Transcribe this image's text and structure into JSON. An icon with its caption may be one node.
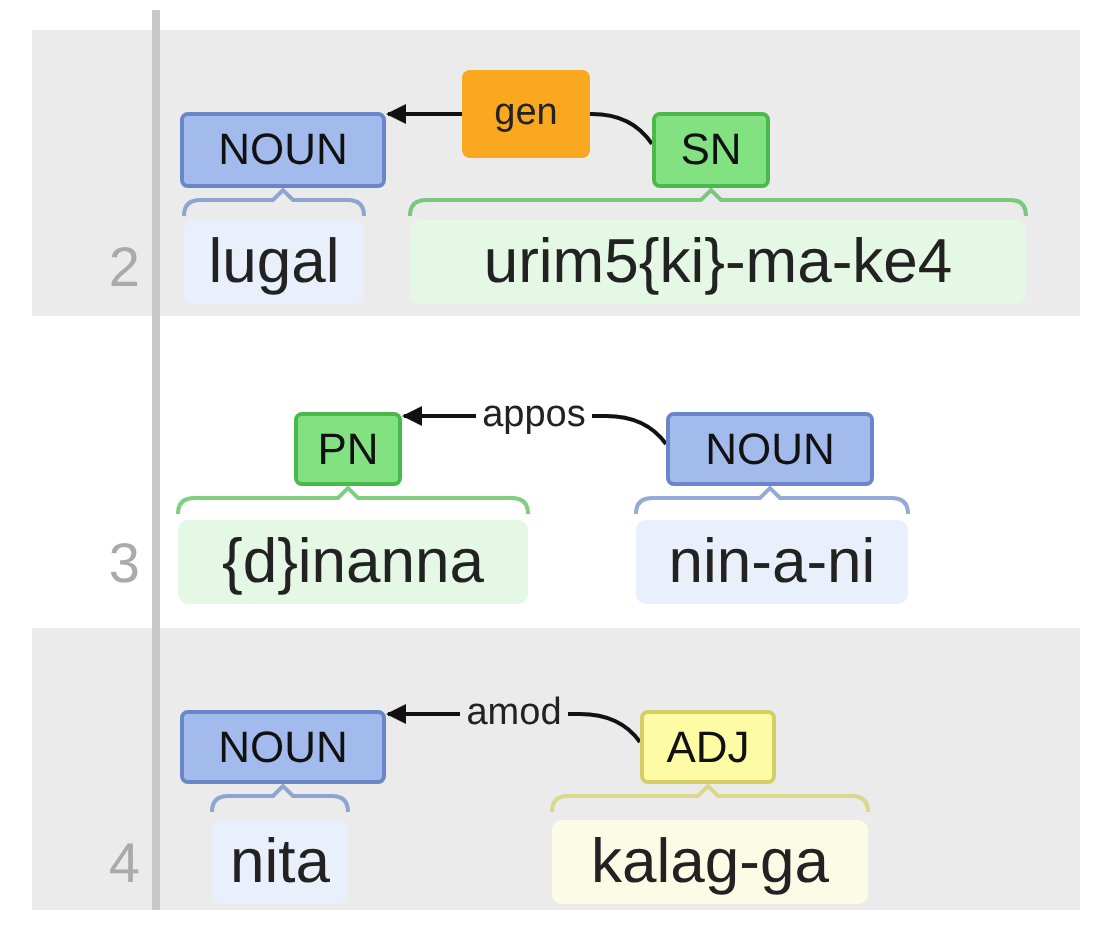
{
  "diagram": {
    "nodes": [
      {
        "text": [
          "NOUN"
        ],
        "beside": [
          "lugal"
        ]
      },
      {
        "text": [
          "SN"
        ],
        "beside": [
          "urim5{ki}-ma-ke4"
        ]
      },
      {
        "text": [
          "PN"
        ],
        "beside": [
          "{d}inanna"
        ]
      },
      {
        "text": [
          "NOUN"
        ],
        "beside": [
          "nin-a-ni"
        ]
      },
      {
        "text": [
          "NOUN"
        ],
        "beside": [
          "nita"
        ]
      },
      {
        "text": [
          "ADJ"
        ],
        "beside": [
          "kalag-ga"
        ]
      }
    ],
    "edges": [
      {
        "from": 1,
        "to": 0,
        "arrow": "to",
        "label": "gen"
      },
      {
        "from": 3,
        "to": 2,
        "arrow": "to",
        "label": "appos"
      },
      {
        "from": 5,
        "to": 4,
        "arrow": "to",
        "label": "amod"
      }
    ],
    "labels": [
      "2",
      "3",
      "4"
    ]
  }
}
